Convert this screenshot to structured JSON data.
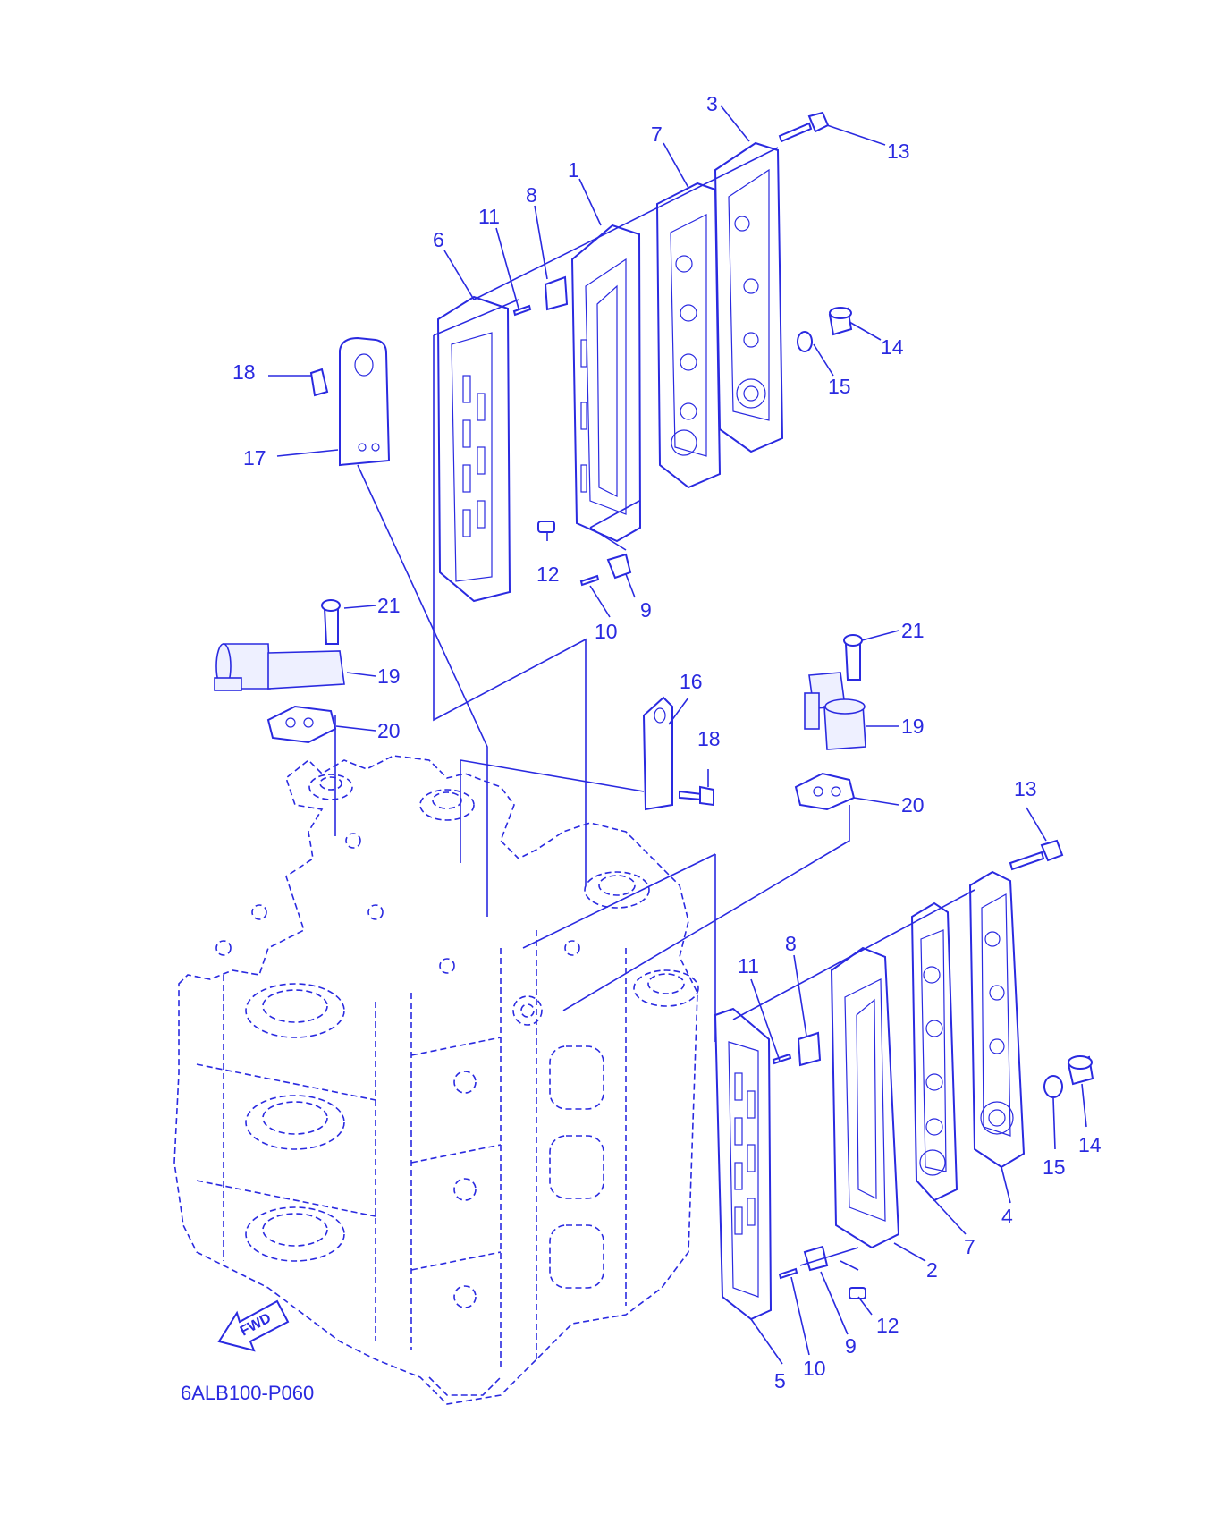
{
  "diagram": {
    "ref_code": "6ALB100-P060",
    "fwd_label": "FWD",
    "line_color": "#2a2ae0",
    "labels": [
      {
        "id": "l1",
        "text": "1"
      },
      {
        "id": "l2",
        "text": "2"
      },
      {
        "id": "l3",
        "text": "3"
      },
      {
        "id": "l4",
        "text": "4"
      },
      {
        "id": "l5",
        "text": "5"
      },
      {
        "id": "l6",
        "text": "6"
      },
      {
        "id": "l7a",
        "text": "7"
      },
      {
        "id": "l7b",
        "text": "7"
      },
      {
        "id": "l8a",
        "text": "8"
      },
      {
        "id": "l8b",
        "text": "8"
      },
      {
        "id": "l9a",
        "text": "9"
      },
      {
        "id": "l9b",
        "text": "9"
      },
      {
        "id": "l10a",
        "text": "10"
      },
      {
        "id": "l10b",
        "text": "10"
      },
      {
        "id": "l11a",
        "text": "11"
      },
      {
        "id": "l11b",
        "text": "11"
      },
      {
        "id": "l12a",
        "text": "12"
      },
      {
        "id": "l12b",
        "text": "12"
      },
      {
        "id": "l13a",
        "text": "13"
      },
      {
        "id": "l13b",
        "text": "13"
      },
      {
        "id": "l14a",
        "text": "14"
      },
      {
        "id": "l14b",
        "text": "14"
      },
      {
        "id": "l15a",
        "text": "15"
      },
      {
        "id": "l15b",
        "text": "15"
      },
      {
        "id": "l16",
        "text": "16"
      },
      {
        "id": "l17",
        "text": "17"
      },
      {
        "id": "l18a",
        "text": "18"
      },
      {
        "id": "l18b",
        "text": "18"
      },
      {
        "id": "l19a",
        "text": "19"
      },
      {
        "id": "l19b",
        "text": "19"
      },
      {
        "id": "l20a",
        "text": "20"
      },
      {
        "id": "l20b",
        "text": "20"
      },
      {
        "id": "l21a",
        "text": "21"
      },
      {
        "id": "l21b",
        "text": "21"
      }
    ]
  }
}
